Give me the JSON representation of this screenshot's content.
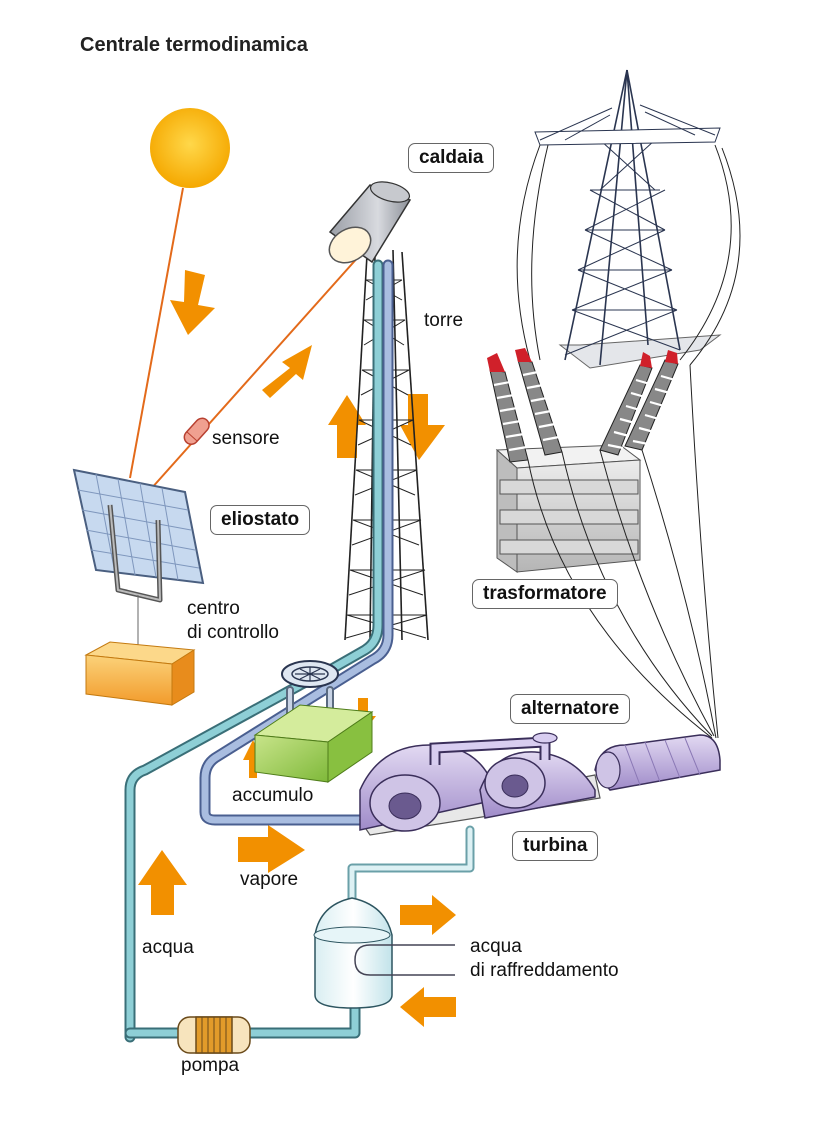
{
  "title": "Centrale termodinamica",
  "labels": {
    "caldaia": "caldaia",
    "torre": "torre",
    "sensore": "sensore",
    "eliostato": "eliostato",
    "centro_line1": "centro",
    "centro_line2": "di controllo",
    "trasformatore": "trasformatore",
    "alternatore": "alternatore",
    "accumulo": "accumulo",
    "turbina": "turbina",
    "vapore": "vapore",
    "acqua": "acqua",
    "acqua_raff_line1": "acqua",
    "acqua_raff_line2": "di raffreddamento",
    "pompa": "pompa"
  },
  "colors": {
    "sun": "#f5b400",
    "arrow": "#f29000",
    "pipe": "#8ecfd6",
    "steam_pipe": "#9bb3d9",
    "turbine": "#b9a9d8",
    "control_box": "#f7b84d",
    "storage": "#9fcf4d",
    "insulator_tip": "#d0202a"
  }
}
